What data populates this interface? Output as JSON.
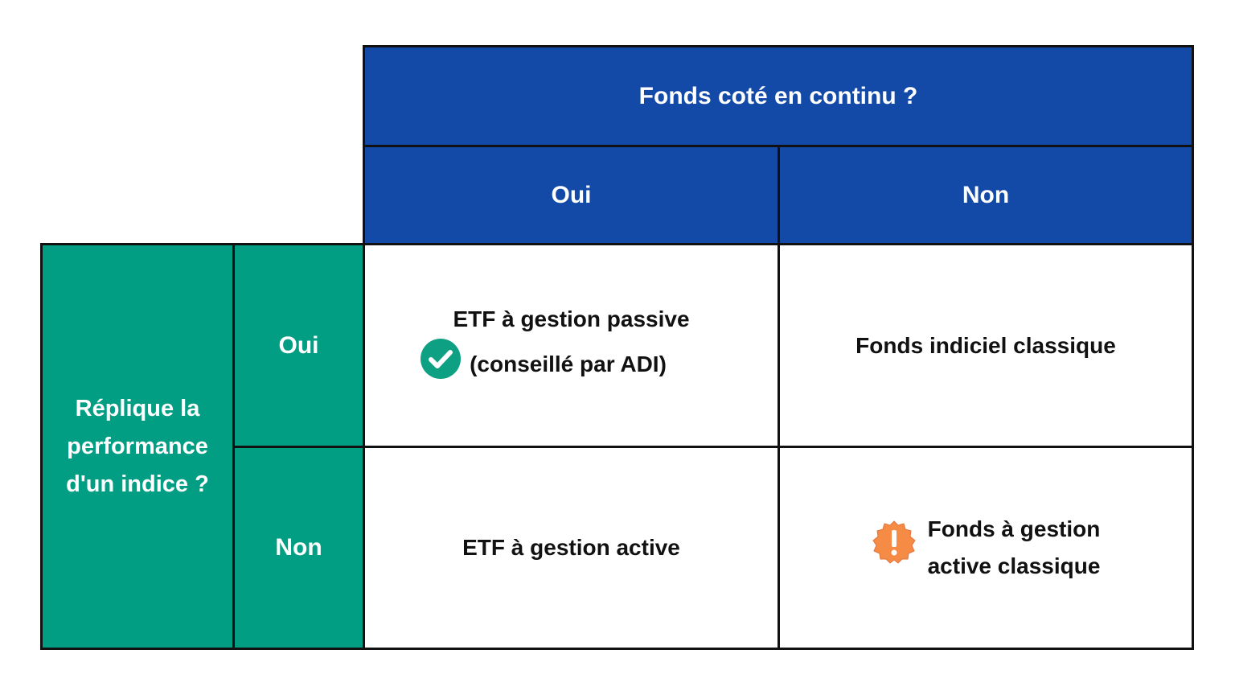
{
  "table": {
    "column_header": "Fonds coté en continu ?",
    "column_options": [
      "Oui",
      "Non"
    ],
    "row_header": "Réplique la performance d'un indice ?",
    "row_header_lines": [
      "Réplique la",
      "performance",
      "d'un indice ?"
    ],
    "row_options": [
      "Oui",
      "Non"
    ],
    "cells": {
      "oui_oui": {
        "lines": [
          "ETF à gestion passive",
          "(conseillé par ADI)"
        ],
        "icon": "check-circle-icon",
        "icon_color": "#0ea083"
      },
      "oui_non": {
        "lines": [
          "Fonds indiciel classique"
        ]
      },
      "non_oui": {
        "lines": [
          "ETF à gestion active"
        ]
      },
      "non_non": {
        "lines": [
          "Fonds à gestion",
          "active classique"
        ],
        "icon": "warning-badge-icon",
        "icon_color": "#f58b45"
      }
    }
  },
  "colors": {
    "header_blue": "#134aa8",
    "side_green": "#029e84",
    "border": "#111111"
  }
}
